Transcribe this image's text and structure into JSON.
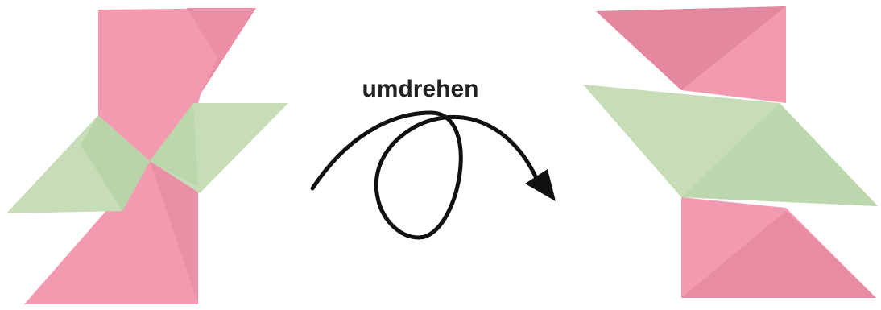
{
  "instruction": {
    "label": "umdrehen"
  },
  "colors": {
    "pink": "#f29bb0",
    "pink_dark": "#e88aa1",
    "pink_fold": "#de7f98",
    "green": "#c6ddb8",
    "green_dark": "#b4cfa3",
    "arrow": "#111111",
    "background": "#ffffff"
  },
  "figures": [
    {
      "name": "shuriken-front",
      "description_visible": false
    },
    {
      "name": "shuriken-back",
      "description_visible": false
    }
  ]
}
